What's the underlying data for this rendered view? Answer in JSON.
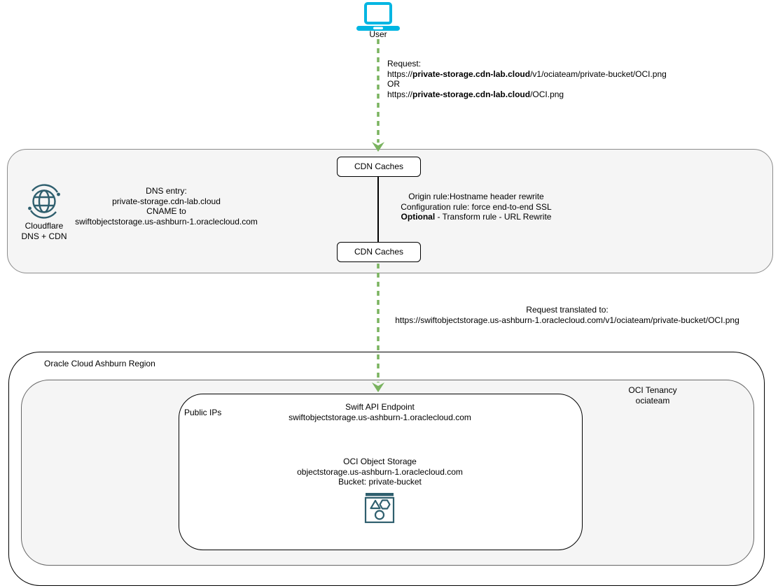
{
  "user": {
    "label": "User"
  },
  "request": {
    "title": "Request:",
    "url1_prefix": "https://",
    "url1_bold": "private-storage.cdn-lab.cloud",
    "url1_suffix": "/v1/ociateam/private-bucket/OCI.png",
    "or": "OR",
    "url2_prefix": "https://",
    "url2_bold": "private-storage.cdn-lab.cloud",
    "url2_suffix": "/OCI.png"
  },
  "cloudflare": {
    "name_line1": "Cloudflare",
    "name_line2": "DNS + CDN",
    "dns_entry": {
      "line1": "DNS entry:",
      "line2": "private-storage.cdn-lab.cloud",
      "line3": "CNAME to",
      "line4": "swiftobjectstorage.us-ashburn-1.oraclecloud.com"
    },
    "cdn_cache_top": "CDN Caches",
    "cdn_cache_bottom": "CDN Caches",
    "rules": {
      "line1": "Origin rule:Hostname header rewrite",
      "line2": "Configuration rule: force end-to-end SSL",
      "line3_bold": "Optional",
      "line3_rest": " - Transform rule - URL Rewrite"
    }
  },
  "translated": {
    "line1": "Request translated to:",
    "line2": "https://swiftobjectstorage.us-ashburn-1.oraclecloud.com/v1/ociateam/private-bucket/OCI.png"
  },
  "oracle": {
    "region_label": "Oracle Cloud Ashburn Region",
    "tenancy_line1": "OCI Tenancy",
    "tenancy_line2": "ociateam",
    "public_ips_label": "Public IPs",
    "swift": {
      "line1": "Swift API Endpoint",
      "line2": "swiftobjectstorage.us-ashburn-1.oraclecloud.com"
    },
    "object_storage": {
      "line1": "OCI Object Storage",
      "line2": "objectstorage.us-ashburn-1.oraclecloud.com",
      "line3": "Bucket: private-bucket"
    }
  },
  "colors": {
    "laptop_cyan": "#00B5E2",
    "arrow_green": "#7AB35F",
    "icon_teal": "#2F5F6E",
    "container_fill": "#F5F5F5"
  }
}
